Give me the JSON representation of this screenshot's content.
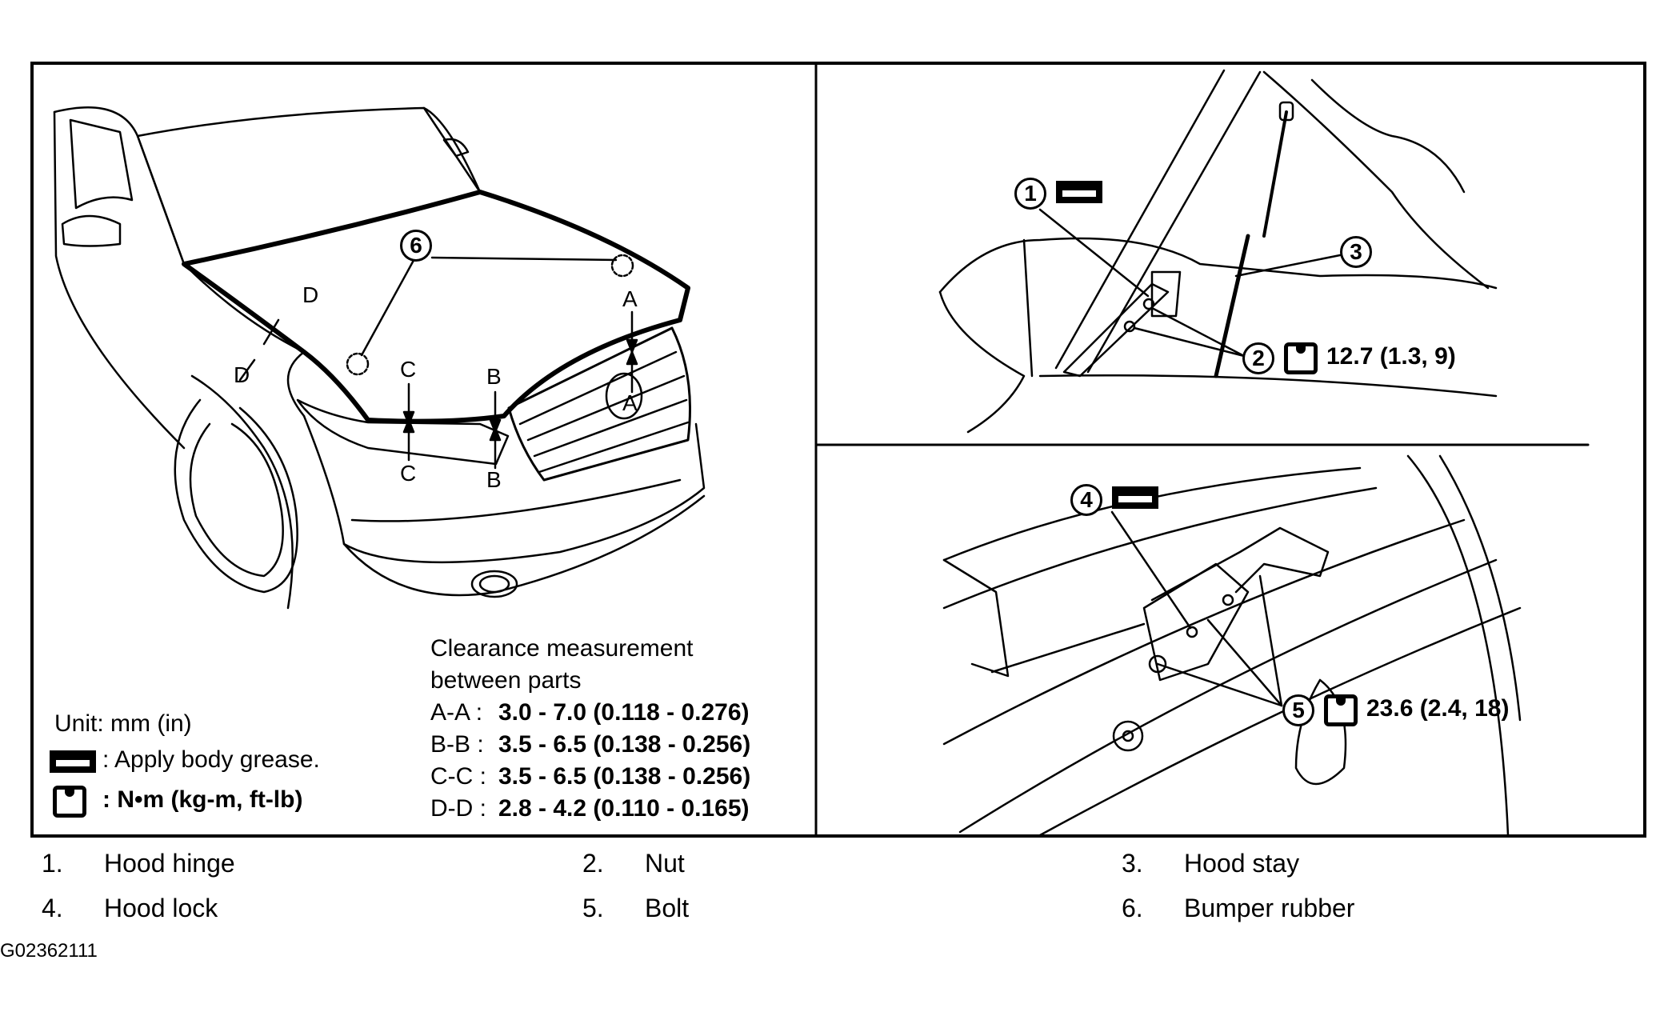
{
  "left_panel": {
    "callouts": {
      "d_top": "D",
      "d_bottom": "D",
      "c_top": "C",
      "c_bottom": "C",
      "b_top": "B",
      "b_bottom": "B",
      "a_top": "A",
      "a_bottom": "A",
      "six": "6"
    },
    "clearance": {
      "title_line1": "Clearance measurement",
      "title_line2": "between parts",
      "rows": [
        {
          "label": "A-A :",
          "value": "3.0 - 7.0 (0.118 - 0.276)"
        },
        {
          "label": "B-B :",
          "value": "3.5 - 6.5 (0.138 - 0.256)"
        },
        {
          "label": "C-C :",
          "value": "3.5 - 6.5 (0.138 - 0.256)"
        },
        {
          "label": "D-D :",
          "value": "2.8 - 4.2 (0.110 - 0.165)"
        }
      ]
    },
    "legend": {
      "unit": "Unit: mm (in)",
      "grease": ": Apply body grease.",
      "torque": ": N•m (kg-m, ft-lb)"
    }
  },
  "top_right_panel": {
    "callouts": {
      "one": "1",
      "two": "2",
      "three": "3"
    },
    "torque": "12.7 (1.3, 9)"
  },
  "bottom_right_panel": {
    "callouts": {
      "four": "4",
      "five": "5"
    },
    "torque": "23.6 (2.4, 18)"
  },
  "parts": [
    {
      "num": "1.",
      "name": "Hood hinge"
    },
    {
      "num": "2.",
      "name": "Nut"
    },
    {
      "num": "3.",
      "name": "Hood stay"
    },
    {
      "num": "4.",
      "name": "Hood lock"
    },
    {
      "num": "5.",
      "name": "Bolt"
    },
    {
      "num": "6.",
      "name": "Bumper rubber"
    }
  ],
  "figure_code": "G02362111"
}
